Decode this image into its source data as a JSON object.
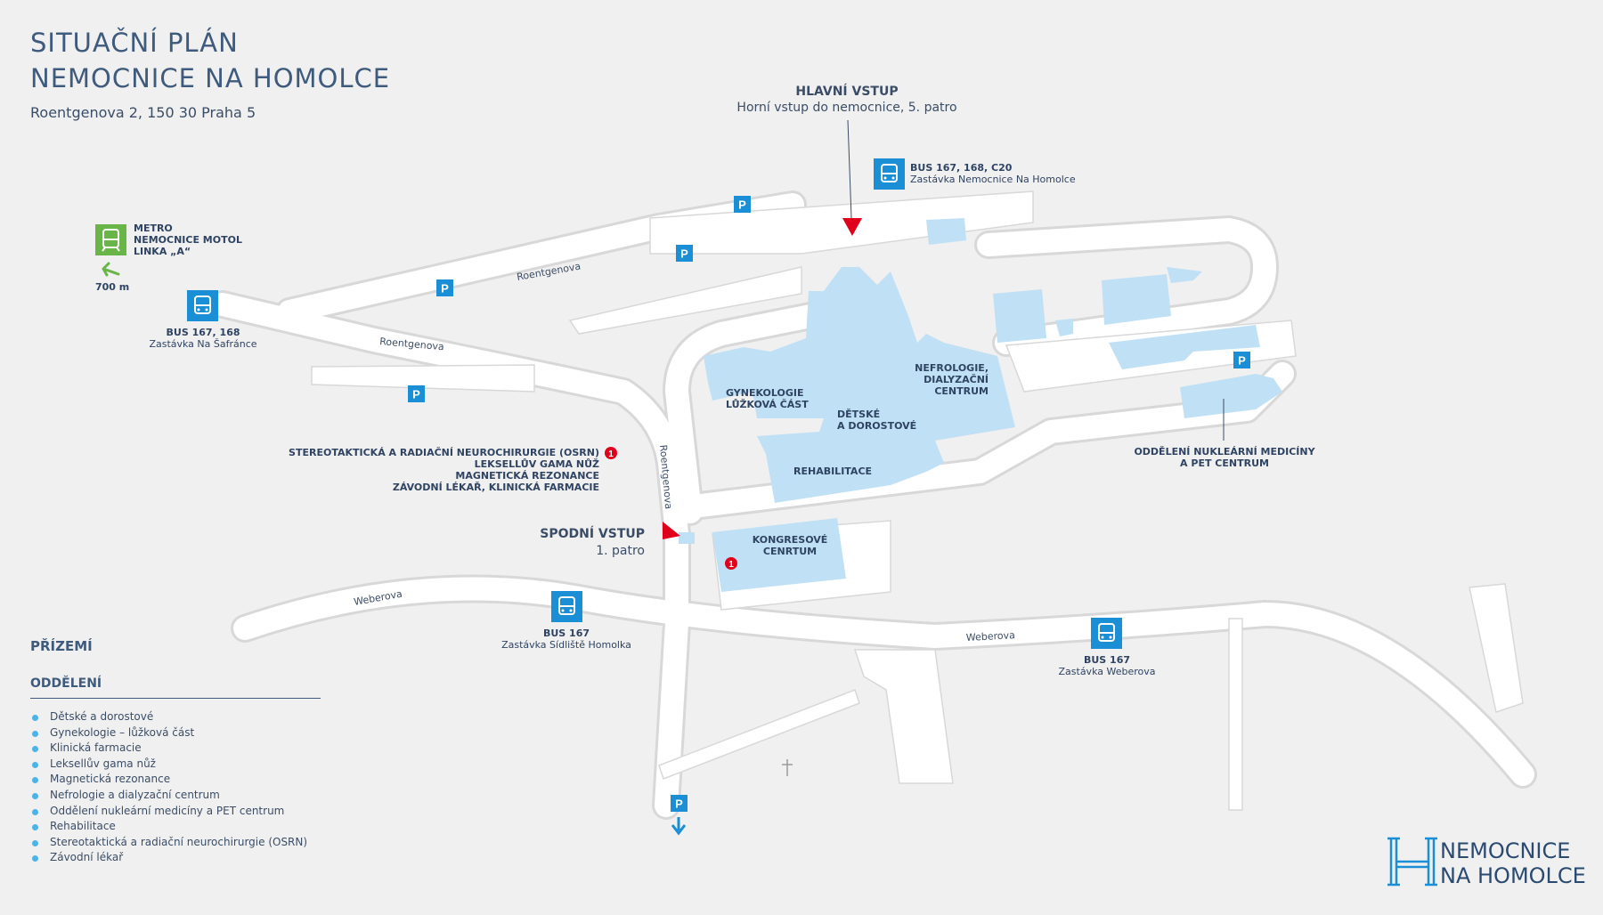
{
  "header": {
    "title_line1": "SITUAČNÍ PLÁN",
    "title_line2": "NEMOCNICE NA HOMOLCE",
    "address": "Roentgenova 2, 150 30  Praha 5"
  },
  "entrances": {
    "main": {
      "title": "HLAVNÍ VSTUP",
      "subtitle": "Horní vstup do nemocnice, 5. patro"
    },
    "lower": {
      "title": "SPODNÍ VSTUP",
      "subtitle": "1. patro"
    }
  },
  "transport": {
    "metro": {
      "line1": "METRO",
      "line2": "NEMOCNICE MOTOL",
      "line3": "LINKA „A“",
      "distance": "700 m"
    },
    "bus_safrance": {
      "line": "BUS 167, 168",
      "stop": "Zastávka Na Šafránce"
    },
    "bus_homolce": {
      "line": "BUS 167, 168, C20",
      "stop": "Zastávka Nemocnice Na Homolce"
    },
    "bus_sidliste": {
      "line": "BUS 167",
      "stop": "Zastávka Sídliště Homolka"
    },
    "bus_weberova": {
      "line": "BUS 167",
      "stop": "Zastávka Weberova"
    }
  },
  "roads": {
    "roentgenova": "Roentgenova",
    "weberova": "Weberova"
  },
  "parking_label": "P",
  "marker_number": "1",
  "buildings": {
    "gynekologie": {
      "line1": "GYNEKOLOGIE",
      "line2": "LŮŽKOVÁ ČÁST"
    },
    "detske": {
      "line1": "DĚTSKÉ",
      "line2": "A DOROSTOVÉ"
    },
    "nefrologie": {
      "line1": "NEFROLOGIE,",
      "line2": "DIALYZAČNÍ",
      "line3": "CENTRUM"
    },
    "rehabilitace": "REHABILITACE",
    "kongresove": {
      "line1": "KONGRESOVÉ",
      "line2": "CENRTUM"
    },
    "nuklearni": {
      "line1": "ODDĚLENÍ NUKLEÁRNÍ MEDICÍNY",
      "line2": "A PET CENTRUM"
    }
  },
  "osrn_note": {
    "line1": "STEREOTAKTICKÁ A RADIAČNÍ NEUROCHIRURGIE (OSRN)",
    "line2": "LEKSELLŮV GAMA NŮŽ",
    "line3": "MAGNETICKÁ REZONANCE",
    "line4": "ZÁVODNÍ LÉKAŘ, KLINICKÁ FARMACIE"
  },
  "floor_heading": "PŘÍZEMÍ",
  "departments_heading": "ODDĚLENÍ",
  "departments": [
    "Dětské a dorostové",
    "Gynekologie – lůžková část",
    "Klinická farmacie",
    "Leksellův gama nůž",
    "Magnetická rezonance",
    "Nefrologie a dialyzační centrum",
    "Oddělení nukleární medicíny a PET centrum",
    "Rehabilitace",
    "Stereotaktická a radiační neurochirurgie (OSRN)",
    "Závodní lékař"
  ],
  "logo": {
    "line1": "NEMOCNICE",
    "line2": "NA HOMOLCE"
  },
  "colors": {
    "background": "#f0f0f0",
    "road": "#ffffff",
    "road_outline": "#d7d7d7",
    "building": "#bfe0f5",
    "parking": "#1a8fd6",
    "bus": "#1a8fd6",
    "metro": "#6ab548",
    "entrance_arrow": "#e0001b",
    "marker": "#e0001b",
    "text": "#3b4d66"
  },
  "icons": [
    "bus-icon",
    "metro-icon",
    "parking-icon",
    "entrance-arrow-icon",
    "cross-icon",
    "exit-arrow-icon"
  ]
}
